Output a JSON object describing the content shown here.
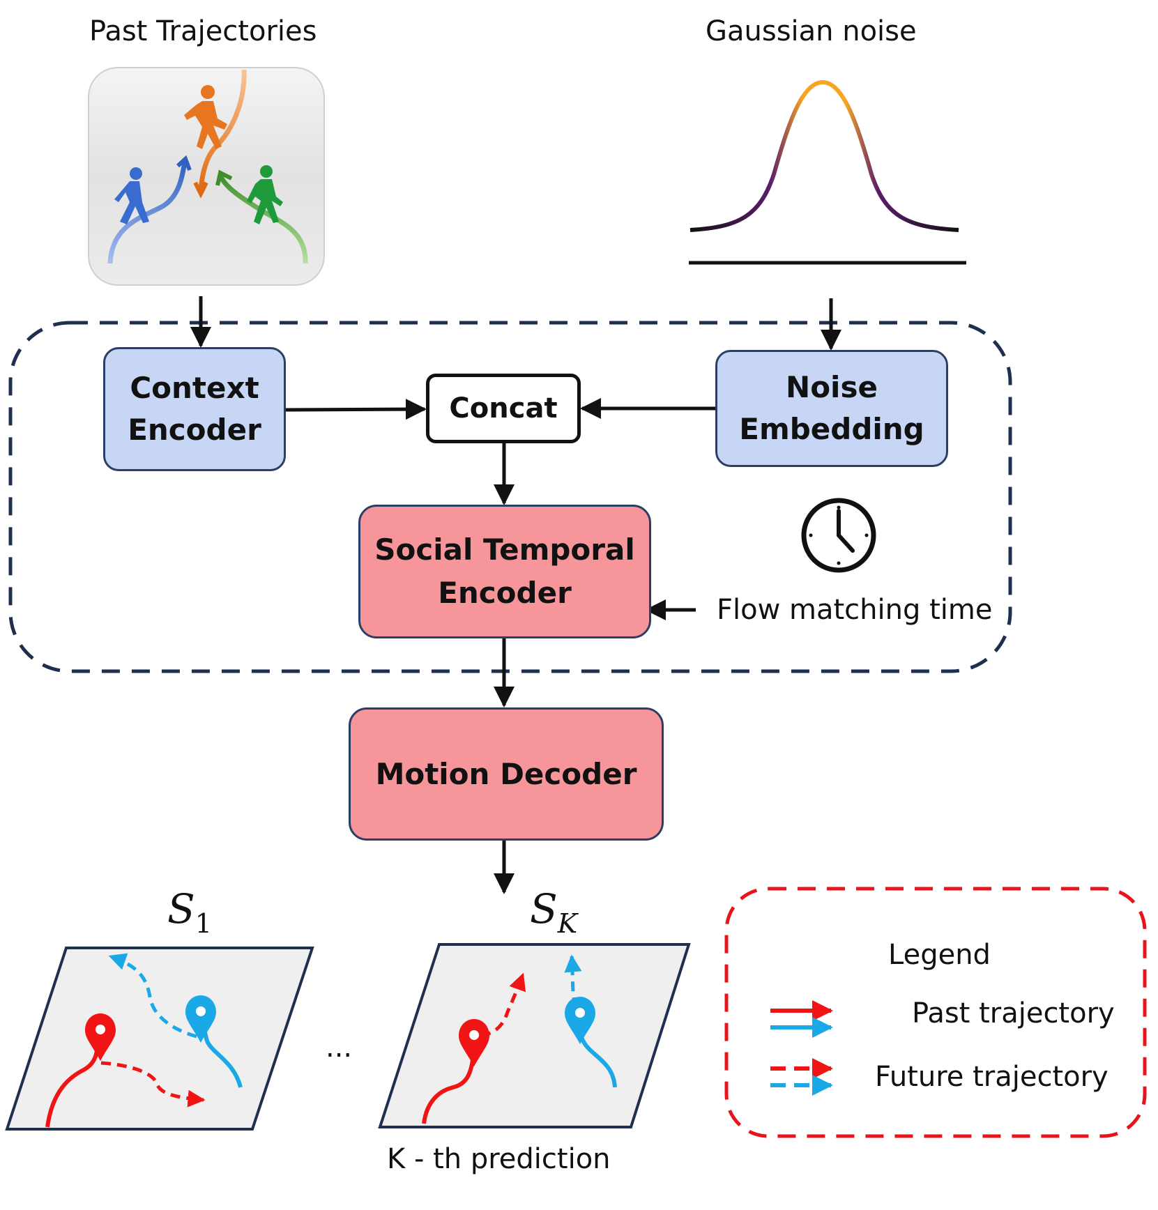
{
  "inputs": {
    "past_trajectories": "Past Trajectories",
    "gaussian_noise": "Gaussian noise"
  },
  "blocks": {
    "context_encoder": [
      "Context",
      "Encoder"
    ],
    "concat": "Concat",
    "noise_embedding": [
      "Noise",
      "Embedding"
    ],
    "social_temporal_encoder": [
      "Social Temporal",
      "Encoder"
    ],
    "motion_decoder": "Motion Decoder"
  },
  "time": {
    "label": "Flow matching time",
    "icon": "clock-icon"
  },
  "outputs": {
    "s1_base": "S",
    "s1_sub": "1",
    "sk_base": "S",
    "sk_sub": "K",
    "ellipsis": "...",
    "kth_prediction": "K - th prediction"
  },
  "legend": {
    "title": "Legend",
    "past": "Past trajectory",
    "future": "Future trajectory"
  },
  "colors": {
    "encoder_fill": "#c6d6f4",
    "decoder_fill": "#f7969a",
    "frame_dash": "#1f2f4f",
    "legend_dash": "#e8141c",
    "agent_red": "#f01414",
    "agent_blue": "#1ba8e6"
  }
}
